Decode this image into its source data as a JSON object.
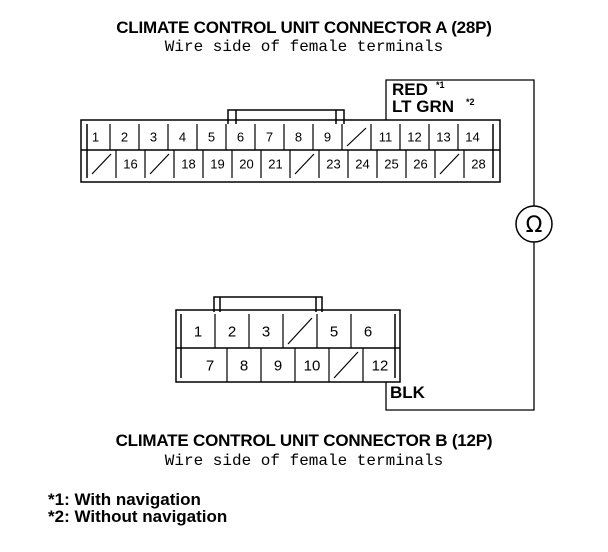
{
  "connector_a": {
    "title": "CLIMATE CONTROL UNIT CONNECTOR A (28P)",
    "subtitle": "Wire side of female terminals",
    "top_row": [
      "1",
      "2",
      "3",
      "4",
      "5",
      "6",
      "7",
      "8",
      "9",
      "/",
      "11",
      "12",
      "13",
      "14"
    ],
    "bottom_row": [
      "/",
      "16",
      "/",
      "18",
      "19",
      "20",
      "21",
      "/",
      "23",
      "24",
      "25",
      "26",
      "/",
      "28"
    ]
  },
  "connector_b": {
    "title": "CLIMATE CONTROL UNIT CONNECTOR B (12P)",
    "subtitle": "Wire side of female terminals",
    "top_row": [
      "1",
      "2",
      "3",
      "/",
      "5",
      "6"
    ],
    "bottom_row": [
      "7",
      "8",
      "9",
      "10",
      "/",
      "12"
    ]
  },
  "wires": {
    "a_color_1": "RED",
    "a_color_1_ref": "*1",
    "a_color_2": "LT GRN",
    "a_color_2_ref": "*2",
    "b_color": "BLK"
  },
  "meter": {
    "symbol": "Ω"
  },
  "notes": {
    "note1": "*1: With navigation",
    "note2": "*2: Without navigation"
  }
}
